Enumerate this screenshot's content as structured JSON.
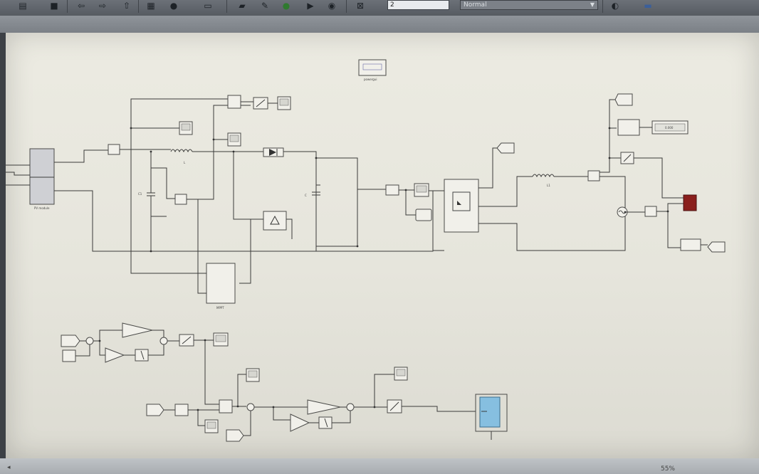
{
  "toolbar": {
    "stop_time": "2",
    "sim_mode": "Normal",
    "icons": [
      "open-icon",
      "save-icon",
      "back-icon",
      "forward-icon",
      "up-icon",
      "library-icon",
      "settings-icon",
      "model-explorer-icon",
      "build-icon",
      "debug-icon",
      "run-icon",
      "step-forward-icon",
      "stop-icon",
      "model-config-icon",
      "performance-icon",
      "hardware-icon"
    ]
  },
  "diagram": {
    "powergui_label": "powergui",
    "pv_label": "PV module",
    "inductor_l_label": "L",
    "inductor_l1_label": "L1",
    "mppt_label": "MPPT",
    "capacitor_c1_label": "C1",
    "capacitor_c_label": "C",
    "display_value": "0.000"
  },
  "status": {
    "left": "◂",
    "zoom": "55%"
  },
  "colors": {
    "scope_accent": "#8a1f1c",
    "pwm_block": "#86bfe0"
  }
}
